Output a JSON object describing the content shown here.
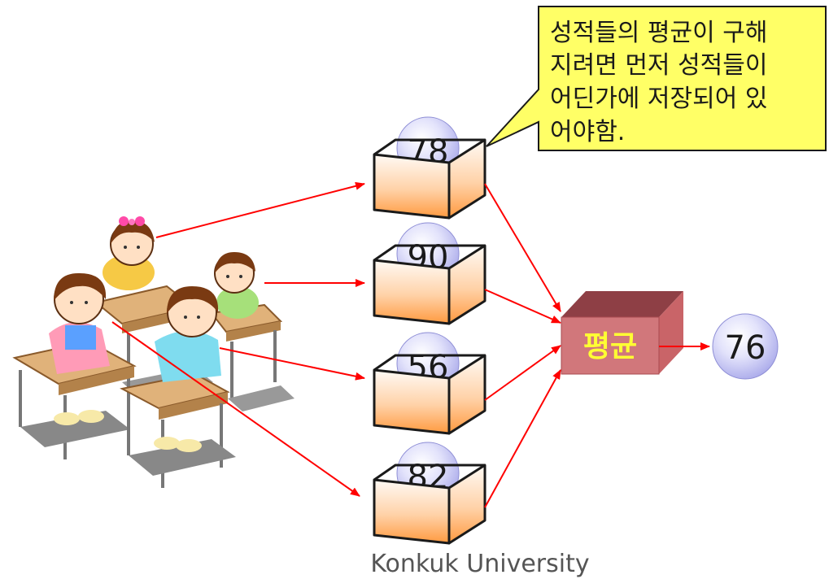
{
  "callout": {
    "lines": [
      "성적들의 평균이 구해",
      "지려면 먼저 성적들이",
      "어딘가에 저장되어 있",
      "어야함."
    ]
  },
  "scores": [
    "78",
    "90",
    "56",
    "82"
  ],
  "average": {
    "label": "평균",
    "result": "76"
  },
  "footer": "Konkuk University",
  "colors": {
    "arrow": "#ff0000",
    "callout_fill": "#ffff66",
    "avg_box": "#c46a6e",
    "ball": "#c9c9f5",
    "box_gradient_top": "#fff6ee",
    "box_gradient_bottom": "#ff9a40"
  }
}
